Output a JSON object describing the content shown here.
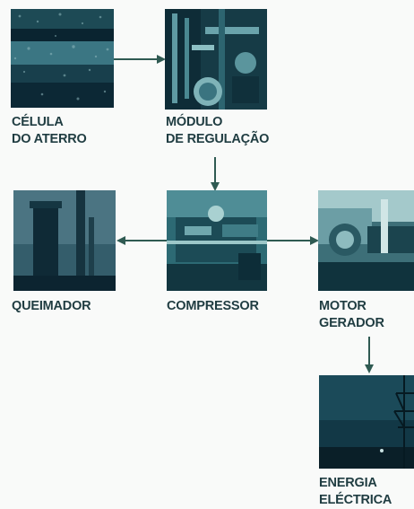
{
  "nodes": {
    "celula": {
      "line1": "CÉLULA",
      "line2": "DO ATERRO"
    },
    "modulo": {
      "line1": "MÓDULO",
      "line2": "DE REGULAÇÃO"
    },
    "queimador": {
      "line1": "QUEIMADOR"
    },
    "compressor": {
      "line1": "COMPRESSOR"
    },
    "motor": {
      "line1": "MOTOR",
      "line2": "GERADOR"
    },
    "energia": {
      "line1": "ENERGIA",
      "line2": "ELÉCTRICA"
    }
  },
  "colors": {
    "arrow": "#2f5a52",
    "label": "#1f3c41",
    "photo_dark": "#0d2a35",
    "photo_mid": "#2f6f7a",
    "photo_light": "#9fc7c7"
  }
}
